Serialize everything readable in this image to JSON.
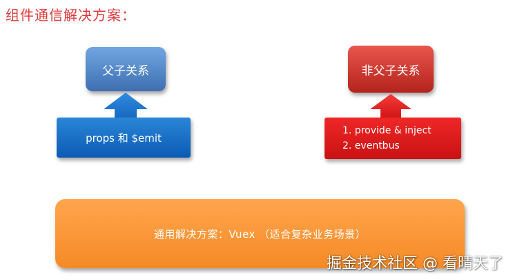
{
  "title": "组件通信解决方案：",
  "parent_child": {
    "label": "父子关系",
    "method": "props 和 $emit"
  },
  "non_parent_child": {
    "label": "非父子关系",
    "methods": [
      "1. provide & inject",
      "2. eventbus"
    ]
  },
  "general": {
    "label": "通用解决方案：Vuex （适合复杂业务场景）"
  },
  "watermark": "掘金技术社区 @ 看晴天了",
  "colors": {
    "title": "#e03a3a",
    "blue_box": "#4a7fc2",
    "blue_arrow": "#1b73c9",
    "red_box": "#c93028",
    "red_arrow": "#e81c1c",
    "orange_box": "#f7962f"
  }
}
